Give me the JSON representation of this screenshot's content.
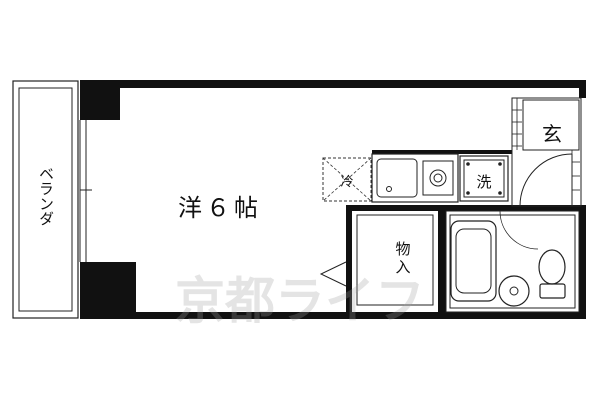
{
  "floorplan": {
    "rooms": {
      "veranda": "ベランダ",
      "western_room": "洋６帖",
      "entrance": "玄",
      "closet_line1": "物",
      "closet_line2": "入"
    },
    "fixtures": {
      "refrigerator": "冷",
      "washer": "洗"
    },
    "watermark": "京都ライフ",
    "colors": {
      "wall": "#111111",
      "line": "#222222",
      "fixture_line": "#333333",
      "watermark": "#9e9e9e",
      "background": "#ffffff"
    }
  }
}
